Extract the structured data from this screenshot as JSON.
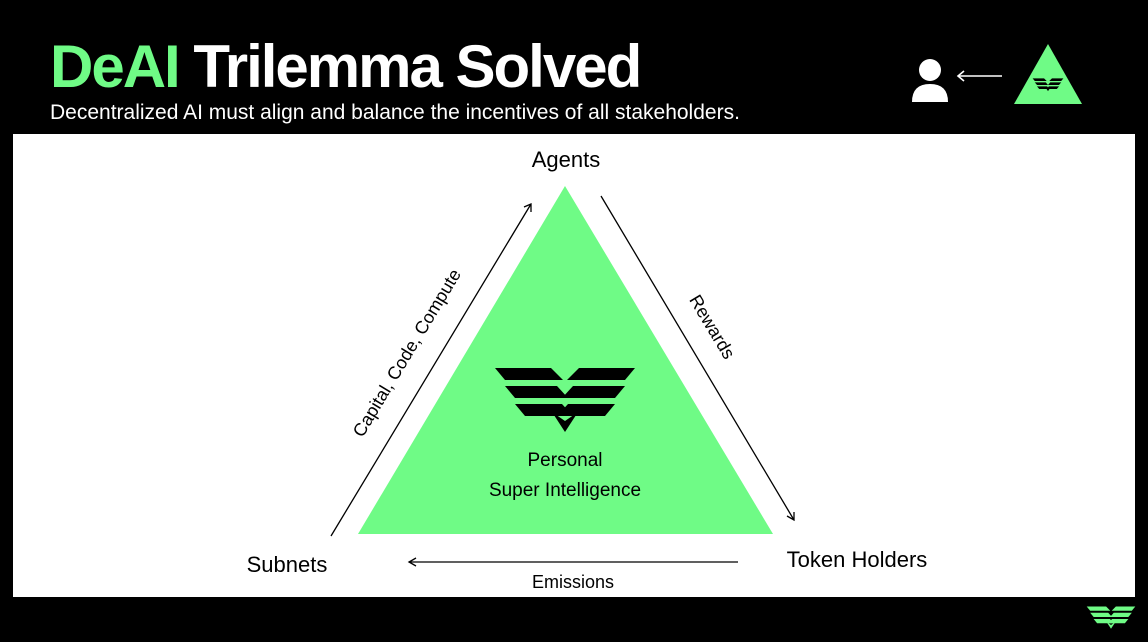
{
  "header": {
    "title_accent": "DeAI",
    "title_rest": "Trilemma Solved",
    "subtitle": "Decentralized AI must align and balance the incentives of all stakeholders."
  },
  "diagram": {
    "nodes": {
      "top": "Agents",
      "bottom_left": "Subnets",
      "bottom_right": "Token Holders"
    },
    "edges": {
      "left": "Capital, Code, Compute",
      "right": "Rewards",
      "bottom": "Emissions"
    },
    "center": {
      "line1": "Personal",
      "line2": "Super Intelligence"
    }
  },
  "icons": {
    "header_person": "person-icon",
    "header_arrow": "arrow-left-icon",
    "header_logo": "wings-logo-icon",
    "center_logo": "wings-logo-icon",
    "footer_logo": "wings-logo-icon"
  },
  "colors": {
    "accent": "#6ffb86",
    "background": "#000000",
    "panel": "#ffffff",
    "text_dark": "#000000"
  }
}
